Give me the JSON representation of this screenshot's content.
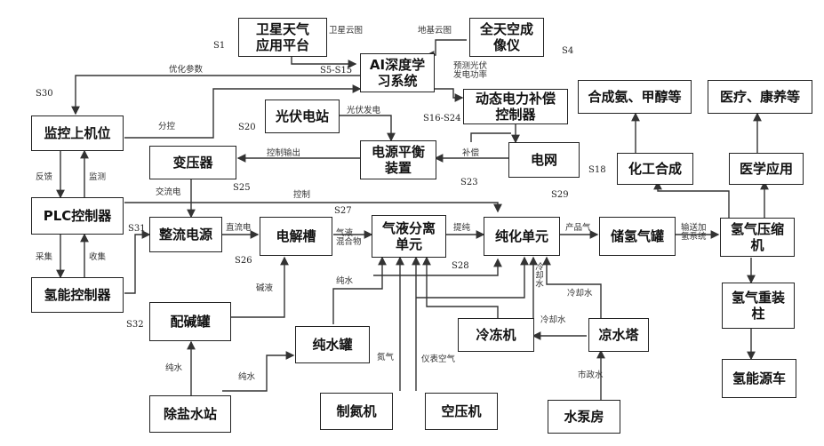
{
  "boxes": {
    "satellite": "卫星天气\n应用平台",
    "allsky": "全天空成\n像仪",
    "ai": "AI深度学\n习系统",
    "dynamic": "动态电力补偿\n控制器",
    "pv": "光伏电站",
    "balance": "电源平衡\n装置",
    "grid": "电网",
    "monitor": "监控上机位",
    "transformer": "变压器",
    "plc": "PLC控制器",
    "rectifier": "整流电源",
    "electrolyzer": "电解槽",
    "separator": "气液分离\n单元",
    "purifier": "纯化单元",
    "storage": "储氢气罐",
    "compressor": "氢气压缩\n机",
    "chem": "化工合成",
    "medical": "医学应用",
    "ammonia": "合成氨、甲醇等",
    "health": "医疗、康养等",
    "h2ctrl": "氢能控制器",
    "alkali": "配碱罐",
    "purewater": "纯水罐",
    "chiller": "冷冻机",
    "cooltower": "凉水塔",
    "refuel": "氢气重装\n柱",
    "desalt": "除盐水站",
    "n2gen": "制氮机",
    "aircomp": "空压机",
    "pump": "水泵房",
    "h2car": "氢能源车"
  },
  "edge_labels": {
    "sat_cloud": "卫星云图",
    "ground_cloud": "地基云图",
    "opt_params": "优化参数",
    "pv_power": "预测光伏\n发电功率",
    "dispatch": "分控",
    "pv_gen": "光伏发电",
    "output": "控制输出",
    "supplement": "补偿",
    "feedback": "反馈",
    "monitoring": "监测",
    "ac": "交流电",
    "control": "控制",
    "dc": "直流电",
    "gas_mix": "气液\n混合物",
    "exhaust": "提纯",
    "product_gas": "产品气",
    "to_compress": "输送加\n氢系统",
    "collect": "采集",
    "receive": "收集",
    "lye": "碱液",
    "pure1": "纯水",
    "pure2": "纯水",
    "pure3": "纯水",
    "nitrogen": "氮气",
    "instrument_air": "仪表空气",
    "cold_water": "冷却水",
    "cool_water2": "冷却水",
    "cool_water3": "冷却水",
    "city_water": "市政水"
  },
  "tags": {
    "s1": "S1",
    "s4": "S4",
    "s5": "S5-S15",
    "s16": "S16-S24",
    "s30": "S30",
    "s20": "S20",
    "s18": "S18",
    "s25": "S25",
    "s23": "S23",
    "s29": "S29",
    "s27": "S27",
    "s31": "S31",
    "s26": "S26",
    "s28": "S28",
    "s32": "S32"
  }
}
